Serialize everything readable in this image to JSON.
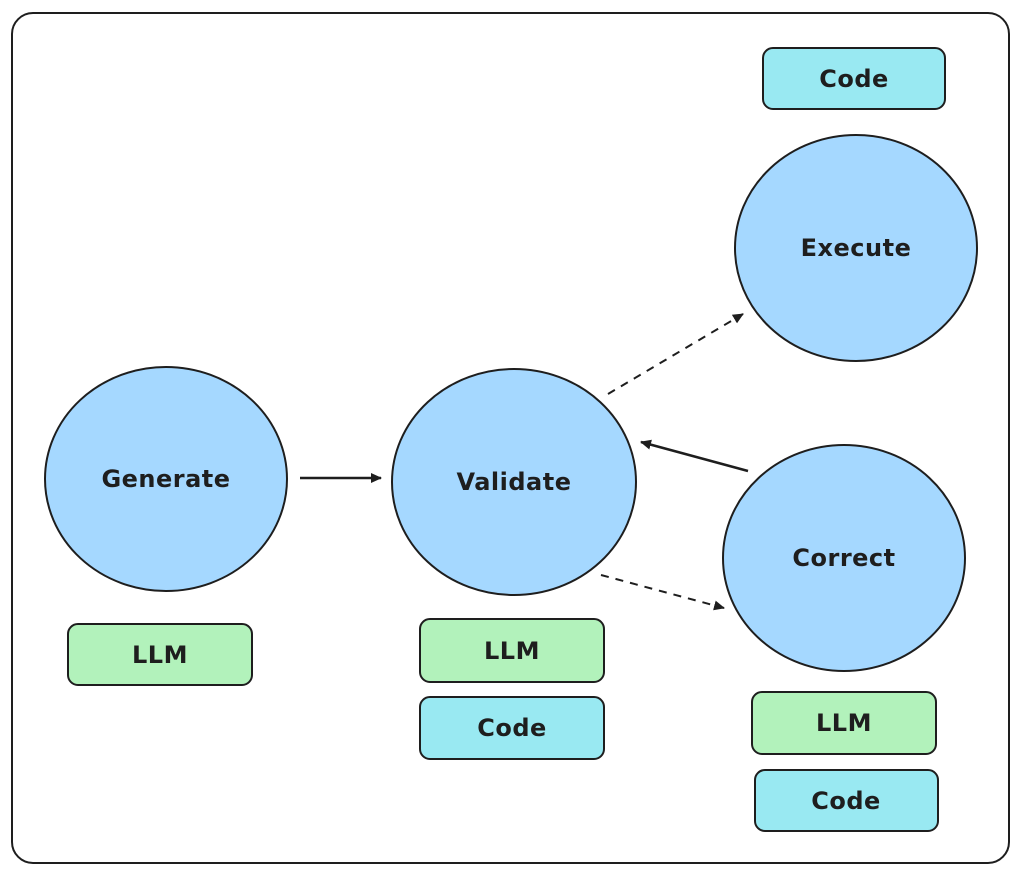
{
  "nodes": {
    "generate": "Generate",
    "validate": "Validate",
    "execute": "Execute",
    "correct": "Correct"
  },
  "tags": {
    "generate_llm": "LLM",
    "validate_llm": "LLM",
    "validate_code": "Code",
    "execute_code": "Code",
    "correct_llm": "LLM",
    "correct_code": "Code"
  },
  "colors": {
    "node_fill": "#a5d8ff",
    "llm_fill": "#b2f2bb",
    "code_fill": "#99e9f2",
    "stroke": "#1e1e1e"
  }
}
